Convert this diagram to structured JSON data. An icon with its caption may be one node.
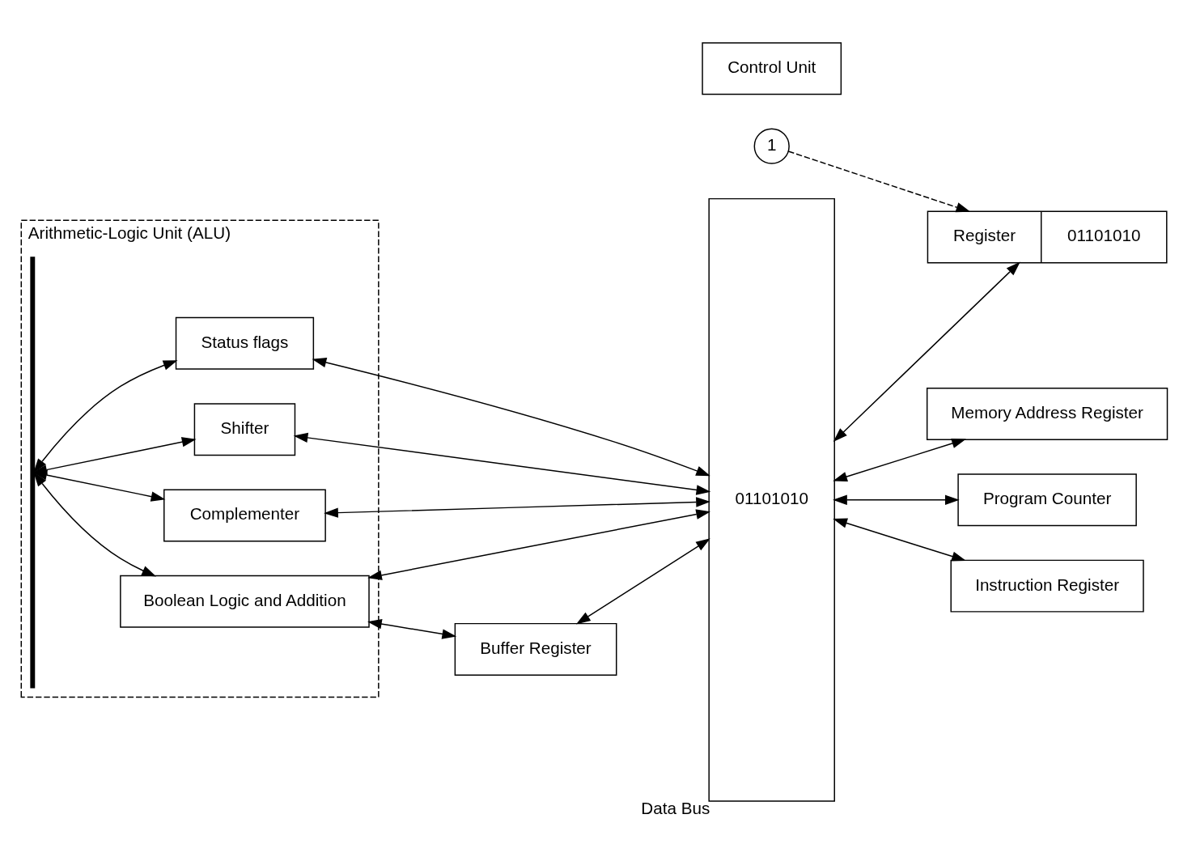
{
  "diagram": {
    "nodes": [
      {
        "text": [
          "Arithmetic-Logic Unit (ALU)"
        ]
      },
      {
        "text": [],
        "shape": "bar",
        "in": 0
      },
      {
        "text": [
          "Status flags"
        ],
        "in": 0
      },
      {
        "text": [
          "Shifter"
        ],
        "in": 0
      },
      {
        "text": [
          "Complementer"
        ],
        "in": 0
      },
      {
        "text": [
          "Boolean Logic and Addition"
        ],
        "in": 0
      },
      {
        "text": [
          "01101010"
        ],
        "beside": [
          "Data Bus"
        ]
      },
      {
        "text": [
          "Buffer Register"
        ]
      },
      {
        "text": [
          "Register",
          "01101010"
        ]
      },
      {
        "text": [
          "Memory Address Register"
        ]
      },
      {
        "text": [
          "Program Counter"
        ]
      },
      {
        "text": [
          "Instruction Register"
        ]
      },
      {
        "text": [
          "1"
        ]
      },
      {
        "text": [
          "Control Unit"
        ]
      }
    ],
    "edges": [
      {
        "from": 1,
        "to": 2,
        "arrow": "both"
      },
      {
        "from": 1,
        "to": 3,
        "arrow": "both"
      },
      {
        "from": 1,
        "to": 4,
        "arrow": "both"
      },
      {
        "from": 1,
        "to": 5,
        "arrow": "both"
      },
      {
        "from": 2,
        "to": 6,
        "arrow": "both"
      },
      {
        "from": 3,
        "to": 6,
        "arrow": "both"
      },
      {
        "from": 4,
        "to": 6,
        "arrow": "both"
      },
      {
        "from": 5,
        "to": 6,
        "arrow": "both"
      },
      {
        "from": 5,
        "to": 7,
        "arrow": "both"
      },
      {
        "from": 7,
        "to": 6,
        "arrow": "both"
      },
      {
        "from": 6,
        "to": 8,
        "arrow": "both"
      },
      {
        "from": 6,
        "to": 9,
        "arrow": "both"
      },
      {
        "from": 6,
        "to": 10,
        "arrow": "both"
      },
      {
        "from": 6,
        "to": 11,
        "arrow": "both"
      },
      {
        "from": 12,
        "to": 8,
        "arrow": "to",
        "style": "dashed"
      }
    ]
  }
}
